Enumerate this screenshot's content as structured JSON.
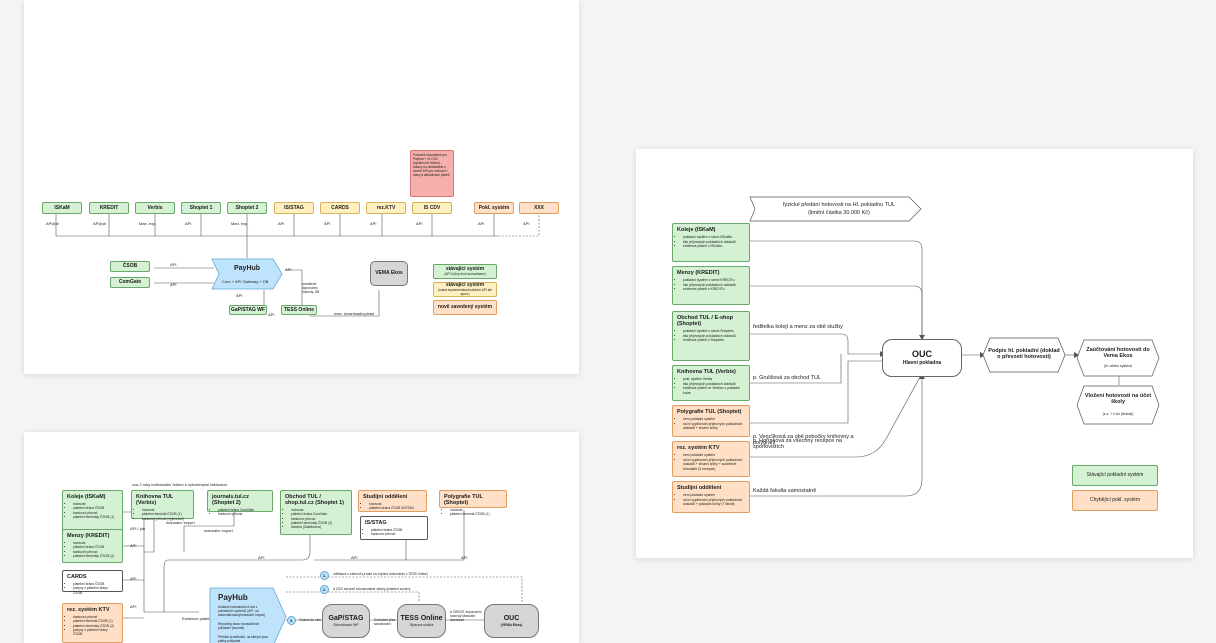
{
  "board1": {
    "systems": [
      {
        "label": "ISKaM",
        "color": "green",
        "edge": "API/job"
      },
      {
        "label": "KREDIT",
        "color": "green",
        "edge": "API/job"
      },
      {
        "label": "Verbis",
        "color": "green",
        "edge": "Man. exp."
      },
      {
        "label": "Shoptet 1",
        "color": "green",
        "edge": "API"
      },
      {
        "label": "Shoptet 2",
        "color": "green",
        "edge": "Man. exp."
      },
      {
        "label": "IS/STAG",
        "color": "yellow",
        "edge": "API"
      },
      {
        "label": "CARDS",
        "color": "yellow",
        "edge": "API"
      },
      {
        "label": "rez.KTV",
        "color": "yellow",
        "edge": "API"
      },
      {
        "label": "IS CDV",
        "color": "yellow",
        "edge": "API"
      },
      {
        "label": "Pokl. systém",
        "color": "orange",
        "edge": "API"
      },
      {
        "label": "XXX",
        "color": "orange",
        "edge": "API"
      }
    ],
    "note": "Posudek konzultace pro Payhub + IS CDV (systémové řešení) - dotazy na dodavatele o tvorbě API pro rozhraní / stavy a aktualizace plateb",
    "csob": "ČSOB",
    "comgate": "ComGate",
    "api_label": "API",
    "payhub_title": "PayHub",
    "payhub_sub": "Core + API Gateway + DB",
    "gapstag": "GaP/STAG WF",
    "tess": "TESS Online",
    "vema": "VEMA Ekos",
    "tess_note": "schválené doporučení hodnoty, DB",
    "download_label": "man. download/upload",
    "legend": [
      {
        "label": "stávající systém",
        "sub": "(API či jiný druh komunikace)",
        "color": "green"
      },
      {
        "label": "stávající systém",
        "sub": "(nutná implementace/rozšíření API ale apod.)",
        "color": "yellow"
      },
      {
        "label": "nově zavedený systém",
        "sub": "",
        "color": "orange"
      }
    ]
  },
  "board2": {
    "banner_line1": "fyzické předání hotovosti na Hl. pokladnu TUL",
    "banner_line2": "(limitní částka 30.000 Kč)",
    "sources": [
      {
        "title": "Koleje (ISKaM)",
        "color": "green",
        "items": [
          "pokladní systém v rámci ISKaMu",
          "tisk příjmových pokladních dokladů",
          "evidence plateb v ISKaMu"
        ],
        "edge": ""
      },
      {
        "title": "Menzy (KREDIT)",
        "color": "green",
        "items": [
          "pokladní systém v rámci KREDITu",
          "tisk příjmových pokladních dokladů",
          "evidence plateb v KREDITu"
        ],
        "edge": "ředitelka kolejí a menz za obě služby"
      },
      {
        "title": "Obchod TUL / E-shop (Shoptet)",
        "color": "green",
        "items": [
          "pokladní systém v rámci Shoptetu",
          "tisk příjmových pokladních dokladů",
          "evidence plateb v Shoptetu"
        ],
        "edge": "p. Grulišová za obchod TUL"
      },
      {
        "title": "Knihovna TUL (Verbis)",
        "color": "green",
        "items": [
          "pokl. systém Verbis",
          "tisk příjmových pokladních dokladů",
          "evidence plateb ve Verbisu v pokladní knize"
        ],
        "edge": ""
      },
      {
        "title": "Polygrafie TUL (Shoptet)",
        "color": "orange",
        "items": [
          "není pokladní systém",
          "ruční vyplňování příjmových pokladních dokladů + ztvární knihy"
        ],
        "edge": "p. Venclíková za obě pobočky knihovny a polygrafii"
      },
      {
        "title": "rez. systém KTV",
        "color": "orange",
        "items": [
          "není pokladní systém",
          "ruční vyplňování příjmových pokladních dokladů + ztvární knihy + souběžné formuláře (3 recepce)"
        ],
        "edge": "p. Hořínková za všechny recepce na sportovištích"
      },
      {
        "title": "Studijní oddělení",
        "color": "orange",
        "items": [
          "není pokladní systém",
          "ruční vyplňování příjmových pokladních dokladů + pokladní knihy (7 fakult)"
        ],
        "edge": "Každá fakulta samostatně"
      }
    ],
    "ouc_title": "OUC",
    "ouc_sub": "Hlavní pokladna",
    "sign_title": "Podpis hl. pokladní (doklad o převzetí hotovosti)",
    "hex1_title": "Zaúčtování hotovosti do Vema Ekos",
    "hex1_sub": "(hl. účetní systém)",
    "hex2_title": "Vložení hotovosti na účet školy",
    "hex2_sub": "(z.s. + č.bú (limeal))",
    "legend": [
      {
        "label": "Stávající pokladní systém",
        "color": "green"
      },
      {
        "label": "Chybějící pokl. systém",
        "color": "orange"
      }
    ]
  },
  "board3": {
    "note_top": "cca 2 roky individuální řešení s vytvořenými fakturami",
    "cards": [
      {
        "title": "Koleje (ISKaM)",
        "color": "green",
        "items": [
          "hotovost",
          "platební brána ČSOB",
          "bankovní převod",
          "platební terminály ČSOB (1)"
        ]
      },
      {
        "title": "Knihovna TUL (Verbis)",
        "color": "green",
        "items": [
          "hotovost",
          "platební terminál ČSOB (1)",
          "bankovní převod (výjimečně)"
        ]
      },
      {
        "title": "journals.tul.cz (Shoptet 2)",
        "color": "green",
        "items": [
          "platební brána ComGate",
          "bankovní převod"
        ]
      },
      {
        "title": "Obchod TUL / shop.tul.cz (Shoptet 1)",
        "color": "green",
        "items": [
          "hotovost",
          "platební brána ComGate",
          "bankovní převod",
          "platební terminály ČSOB (2)",
          "dobírka (Zásilkovna)"
        ]
      },
      {
        "title": "Studijní oddělení",
        "color": "orange",
        "items": [
          "hotovost",
          "platební brána ČSOB IS/STAG"
        ]
      },
      {
        "title": "Polygrafie TUL (Shoptet)",
        "color": "orange",
        "items": [
          "hotovost",
          "platební terminál ČSOB (1)"
        ]
      },
      {
        "title": "Menzy (KREDIT)",
        "color": "green",
        "items": [
          "hotovost",
          "platební brána ČSOB",
          "bankovní převod",
          "platební terminály ČSOB (2)"
        ]
      },
      {
        "title": "IS/STAG",
        "color": "white",
        "items": [
          "platební brána ČSOB",
          "bankovní převod"
        ]
      },
      {
        "title": "CARDS",
        "color": "white",
        "items": [
          "platební brána ČSOB",
          "pokyny z platební brány ČSOB"
        ]
      },
      {
        "title": "rez. systém KTV",
        "color": "orange",
        "items": [
          "bankovní převod",
          "platební terminál ČSOB (1)",
          "platební terminály ČSOB (2)",
          "pokyny z platební brány ČSOB"
        ]
      }
    ],
    "edges": {
      "api_job": "API / job",
      "api": "API",
      "manual_export": "manuální export",
      "evidence": "Evidence plateb",
      "notif1": "notifikace o zahrnutí (a také na zvýšení dokumentu v TESS Online)",
      "notif2": "A 2222 zároveň schvalovatele zálohy (platební souhrn)",
      "step2": "Vložení do účtu",
      "step3": "Schválení přes schvalování",
      "step4": "A CREDIT doporučení hodnoty Manuální download"
    },
    "payhub_title": "PayHub",
    "payhub_sub": "Ukládání transakčních dat z pokladních systémů (API, na automatizovaný/manuální import)",
    "payhub_sub2": "Reporting stavu transakčních pokladen (summit)",
    "payhub_sub3": "Přehled prostředků, na kterých jsou platby pokladně",
    "gapstag": "GaP/STAG",
    "gapstag_sub": "Schvalovací WF",
    "tess": "TESS Online",
    "tess_sub": "Spisová služba",
    "ouc": "OUC",
    "ouc_sub": "(VEMA Ekos)",
    "num1": "1.",
    "num2": "2.",
    "num3": "3."
  }
}
